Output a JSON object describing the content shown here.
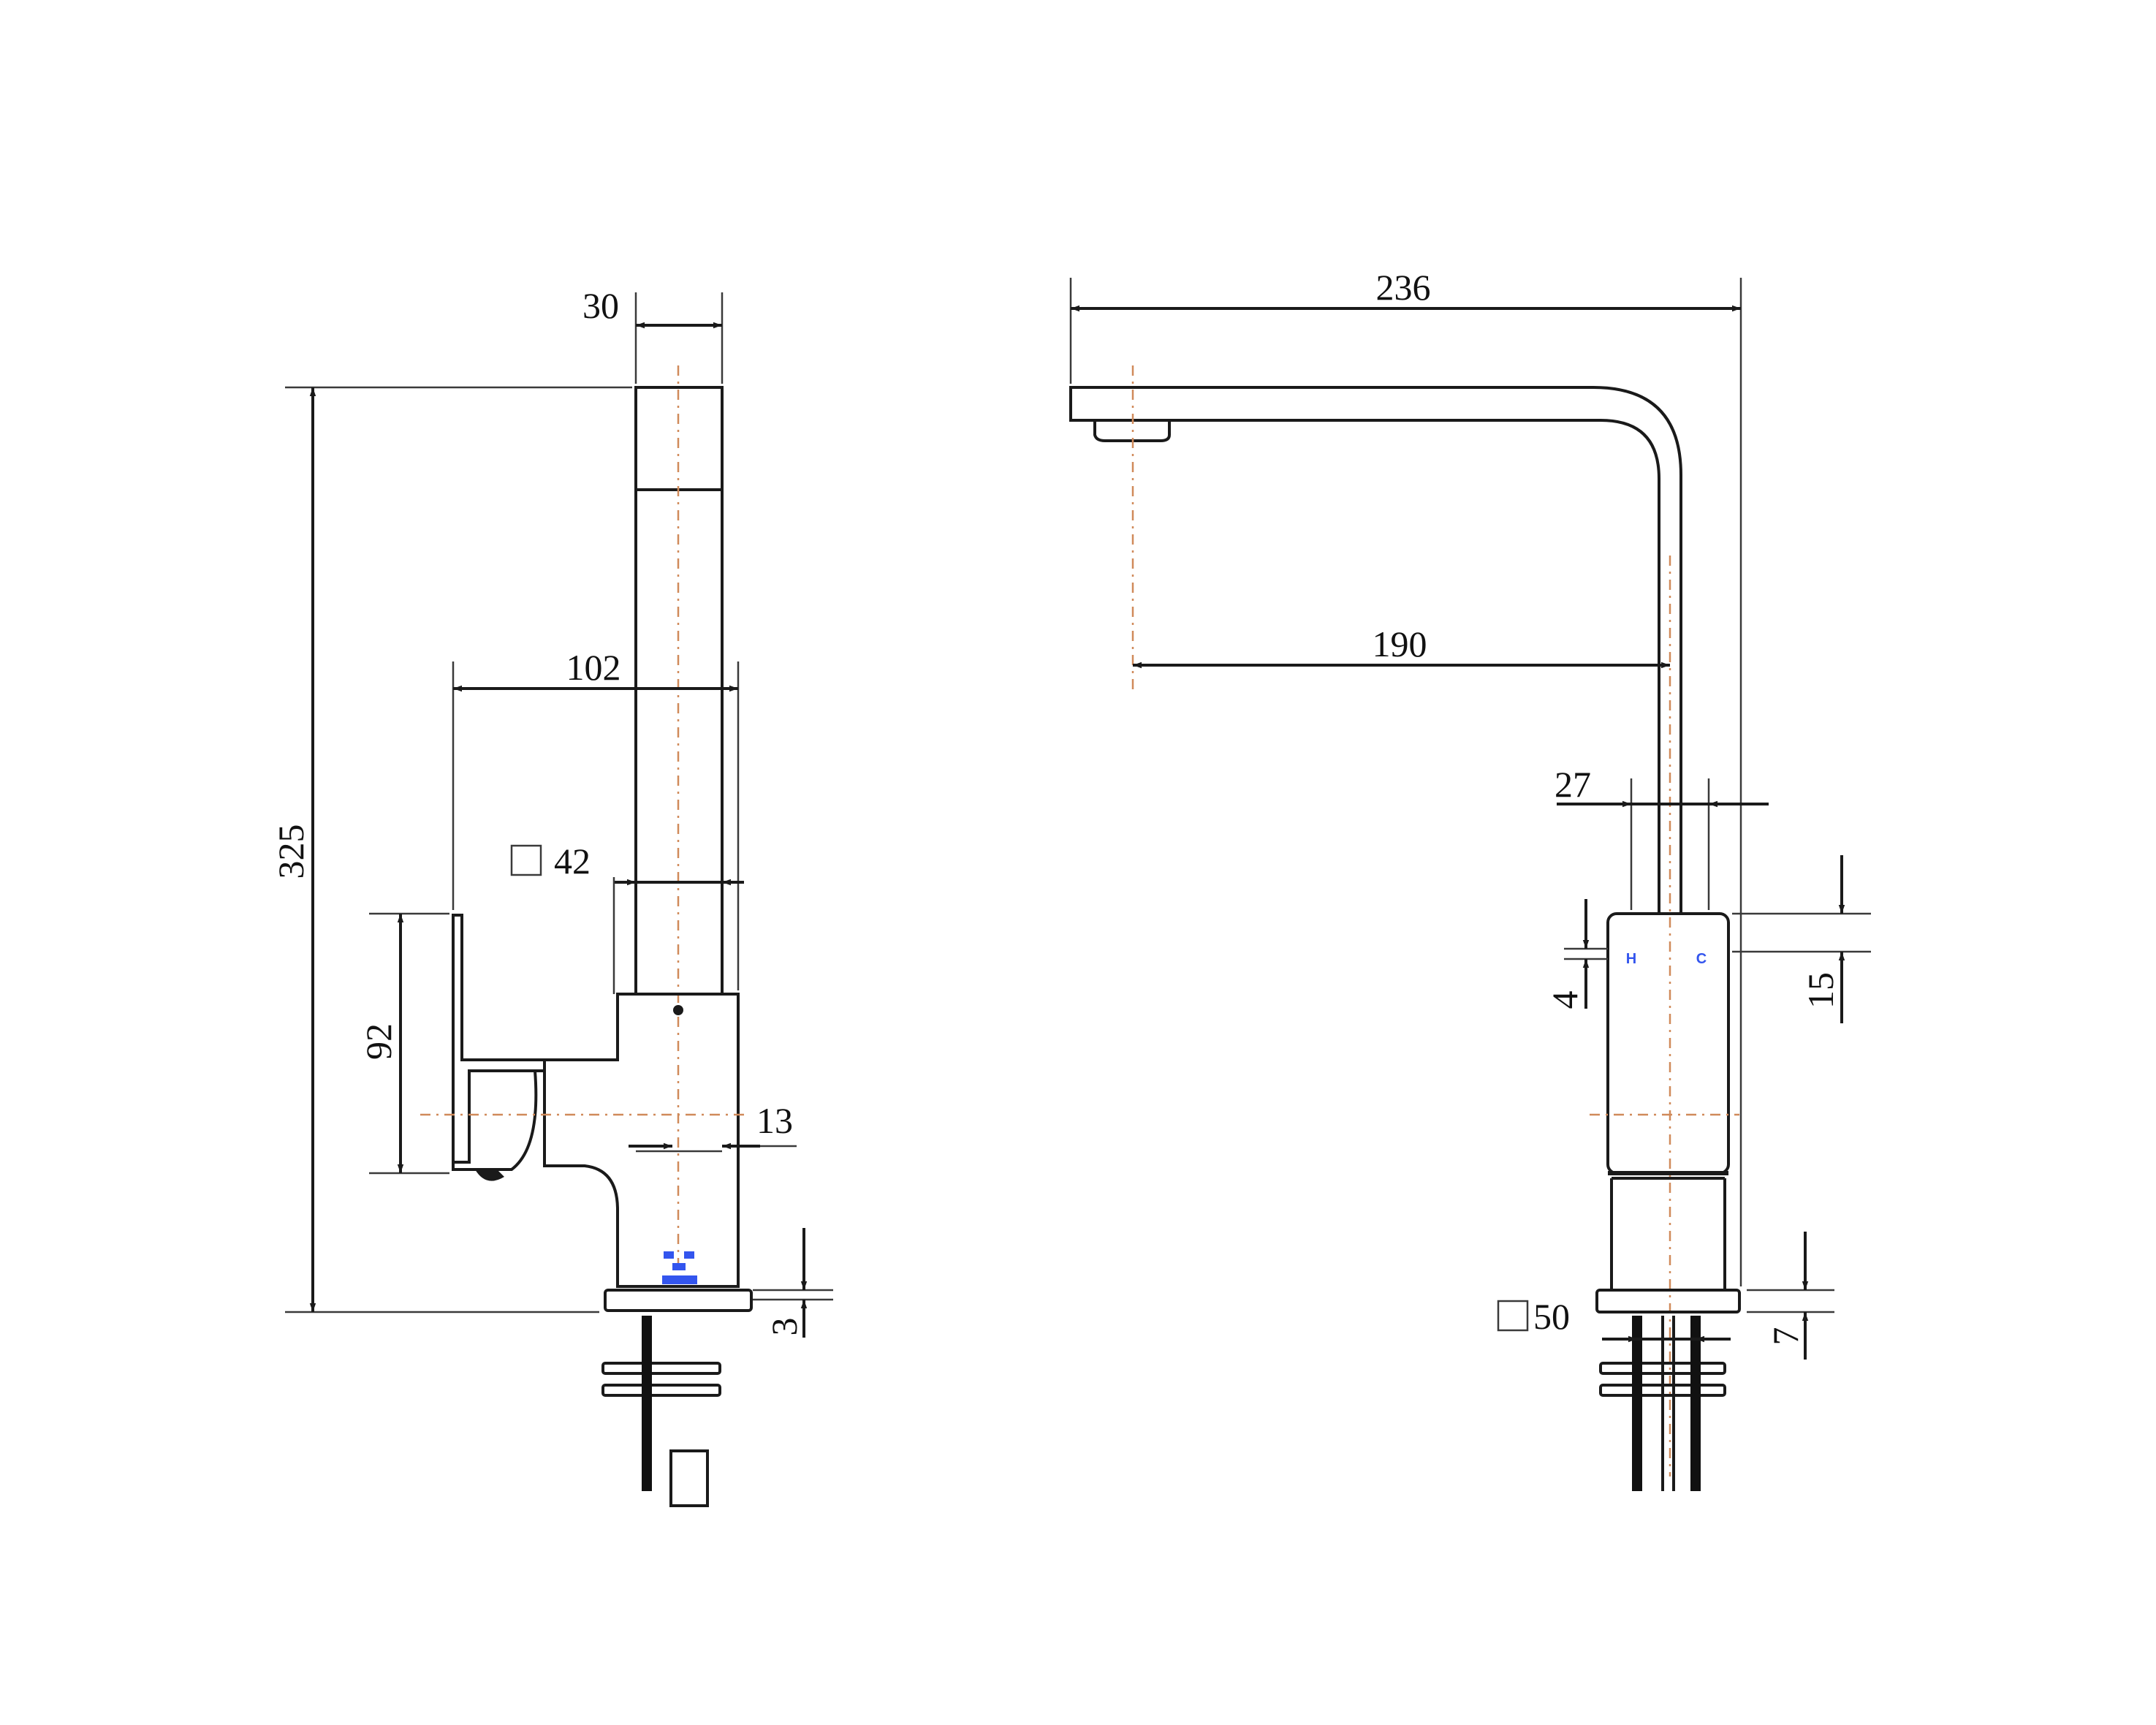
{
  "colors": {
    "line": "#1a1a1a",
    "centerline": "#d08a5a",
    "marking": "#3355ee"
  },
  "side_view": {
    "dims": {
      "spout_width": "30",
      "overall_height": "325",
      "handle_reach": "102",
      "body_square": "42",
      "handle_height": "92",
      "base_offset": "13",
      "base_plate": "3"
    }
  },
  "front_view": {
    "dims": {
      "spout_reach": "236",
      "spout_projection": "190",
      "spout_tube": "27",
      "marking_offset": "4",
      "marking_band": "15",
      "base_square": "50",
      "base_plate": "7"
    },
    "markings": {
      "hot": "H",
      "cold": "C"
    }
  }
}
